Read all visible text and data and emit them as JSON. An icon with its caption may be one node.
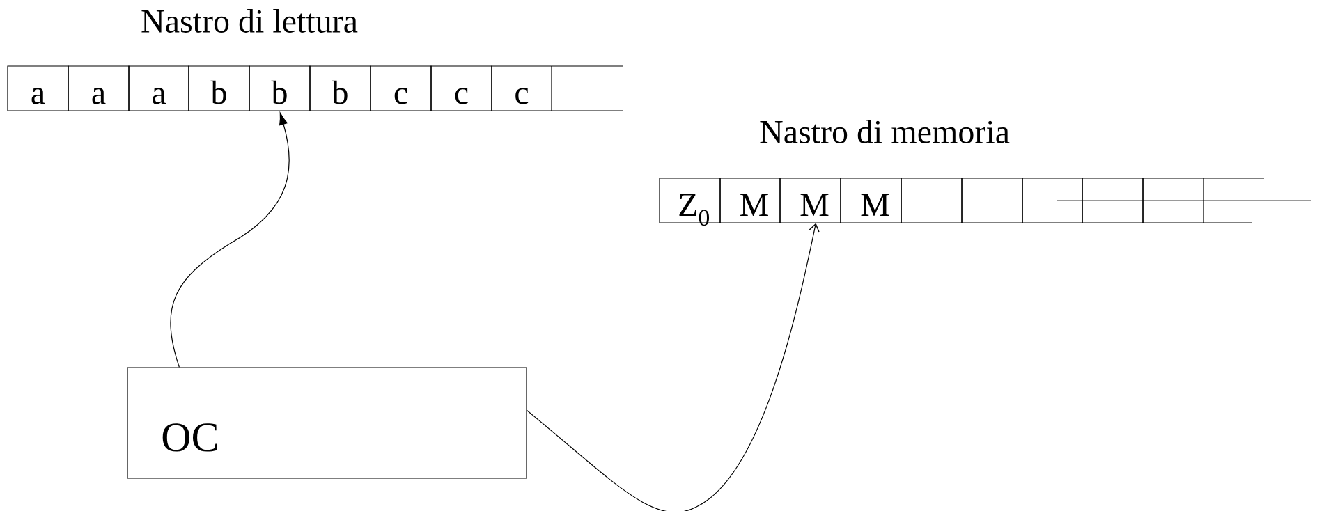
{
  "diagram": {
    "nodes": [
      {
        "text": [
          "a"
        ]
      },
      {
        "text": [
          "a"
        ]
      },
      {
        "text": [
          "a"
        ]
      },
      {
        "text": [
          "b"
        ]
      },
      {
        "text": [
          "b"
        ]
      },
      {
        "text": [
          "b"
        ]
      },
      {
        "text": [
          "c"
        ]
      },
      {
        "text": [
          "c"
        ]
      },
      {
        "text": [
          "c"
        ]
      },
      {
        "text": [],
        "shape": "box"
      },
      {
        "text": [
          "Z$_{0}$"
        ]
      },
      {
        "text": [
          "M"
        ]
      },
      {
        "text": [
          "M"
        ]
      },
      {
        "text": [
          "M"
        ]
      },
      {
        "text": [],
        "shape": "box"
      },
      {
        "text": [],
        "shape": "box"
      },
      {
        "text": [],
        "shape": "box"
      },
      {
        "text": [],
        "shape": "box"
      },
      {
        "text": [],
        "shape": "box"
      },
      {
        "text": [],
        "shape": "box"
      },
      {
        "text": [
          "OC"
        ]
      }
    ],
    "edges": [
      {
        "from": 20,
        "to": 4,
        "arrow": "to"
      },
      {
        "from": 20,
        "to": 12,
        "arrow": "to"
      }
    ],
    "labels": [
      "Nastro di lettura",
      "Nastro di memoria"
    ]
  }
}
